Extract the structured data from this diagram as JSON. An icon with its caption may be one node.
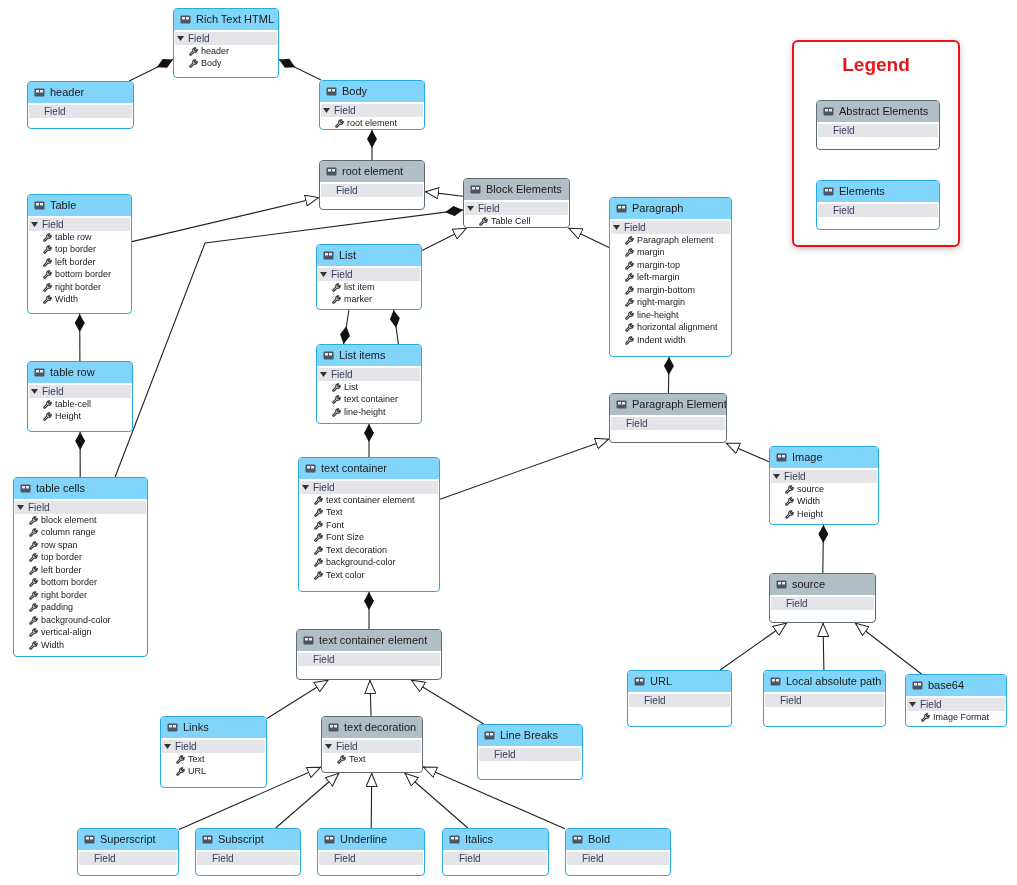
{
  "diagram": {
    "nodes": [
      {
        "text": [
          "Rich Text HTML",
          "Field",
          "header",
          "Body"
        ]
      },
      {
        "text": [
          "header",
          "Field"
        ]
      },
      {
        "text": [
          "Body",
          "Field",
          "root element"
        ]
      },
      {
        "text": [
          "root element",
          "Field"
        ]
      },
      {
        "text": [
          "Block Elements",
          "Field",
          "Table Cell"
        ]
      },
      {
        "text": [
          "Table",
          "Field",
          "table row",
          "top border",
          "left border",
          "bottom border",
          "right border",
          "Width"
        ]
      },
      {
        "text": [
          "Paragraph",
          "Field",
          "Paragraph element",
          "margin",
          "margin-top",
          "left-margin",
          "margin-bottom",
          "right-margin",
          "line-height",
          "horizontal alignment",
          "Indent width"
        ]
      },
      {
        "text": [
          "List",
          "Field",
          "list item",
          "marker"
        ]
      },
      {
        "text": [
          "List items",
          "Field",
          "List",
          "text container",
          "line-height"
        ]
      },
      {
        "text": [
          "table row",
          "Field",
          "table-cell",
          "Height"
        ]
      },
      {
        "text": [
          "Paragraph Element",
          "Field"
        ]
      },
      {
        "text": [
          "Image",
          "Field",
          "source",
          "Width",
          "Height"
        ]
      },
      {
        "text": [
          "text container",
          "Field",
          "text container element",
          "Text",
          "Font",
          "Font Size",
          "Text decoration",
          "background-color",
          "Text color"
        ]
      },
      {
        "text": [
          "table cells",
          "Field",
          "block element",
          "column range",
          "row span",
          "top border",
          "left border",
          "bottom border",
          "right border",
          "padding",
          "background-color",
          "vertical-align",
          "Width"
        ]
      },
      {
        "text": [
          "text container element",
          "Field"
        ]
      },
      {
        "text": [
          "source",
          "Field"
        ]
      },
      {
        "text": [
          "URL",
          "Field"
        ]
      },
      {
        "text": [
          "Local absolute path",
          "Field"
        ]
      },
      {
        "text": [
          "base64",
          "Field",
          "Image Format"
        ]
      },
      {
        "text": [
          "Links",
          "Field",
          "Text",
          "URL"
        ]
      },
      {
        "text": [
          "text decoration",
          "Field",
          "Text"
        ]
      },
      {
        "text": [
          "Line Breaks",
          "Field"
        ]
      },
      {
        "text": [
          "Superscript",
          "Field"
        ]
      },
      {
        "text": [
          "Subscript",
          "Field"
        ]
      },
      {
        "text": [
          "Underline",
          "Field"
        ]
      },
      {
        "text": [
          "Italics",
          "Field"
        ]
      },
      {
        "text": [
          "Bold",
          "Field"
        ]
      },
      {
        "text": [
          "Legend"
        ]
      },
      {
        "text": [
          "Abstract Elements",
          "Field"
        ],
        "in": 27
      },
      {
        "text": [
          "Elements",
          "Field"
        ],
        "in": 27
      }
    ],
    "edges": [
      {
        "from": 0,
        "to": 1,
        "arrow": "other"
      },
      {
        "from": 0,
        "to": 2,
        "arrow": "other"
      },
      {
        "from": 2,
        "to": 3,
        "arrow": "other"
      },
      {
        "from": 5,
        "to": 3,
        "arrow": "to"
      },
      {
        "from": 4,
        "to": 3,
        "arrow": "to"
      },
      {
        "from": 4,
        "to": 13,
        "arrow": "other"
      },
      {
        "from": 7,
        "to": 4,
        "arrow": "to"
      },
      {
        "from": 6,
        "to": 4,
        "arrow": "to"
      },
      {
        "from": 5,
        "to": 9,
        "arrow": "other"
      },
      {
        "from": 8,
        "to": 7,
        "arrow": "other"
      },
      {
        "from": 7,
        "to": 8,
        "arrow": "other"
      },
      {
        "from": 8,
        "to": 12,
        "arrow": "other"
      },
      {
        "from": 6,
        "to": 10,
        "arrow": "other"
      },
      {
        "from": 12,
        "to": 10,
        "arrow": "to"
      },
      {
        "from": 11,
        "to": 10,
        "arrow": "to"
      },
      {
        "from": 9,
        "to": 13,
        "arrow": "other"
      },
      {
        "from": 11,
        "to": 15,
        "arrow": "other"
      },
      {
        "from": 12,
        "to": 14,
        "arrow": "other"
      },
      {
        "from": 16,
        "to": 15,
        "arrow": "to"
      },
      {
        "from": 17,
        "to": 15,
        "arrow": "to"
      },
      {
        "from": 18,
        "to": 15,
        "arrow": "to"
      },
      {
        "from": 19,
        "to": 14,
        "arrow": "to"
      },
      {
        "from": 20,
        "to": 14,
        "arrow": "to"
      },
      {
        "from": 21,
        "to": 14,
        "arrow": "to"
      },
      {
        "from": 22,
        "to": 20,
        "arrow": "to"
      },
      {
        "from": 23,
        "to": 20,
        "arrow": "to"
      },
      {
        "from": 24,
        "to": 20,
        "arrow": "to"
      },
      {
        "from": 25,
        "to": 20,
        "arrow": "to"
      },
      {
        "from": 26,
        "to": 20,
        "arrow": "to"
      }
    ]
  }
}
